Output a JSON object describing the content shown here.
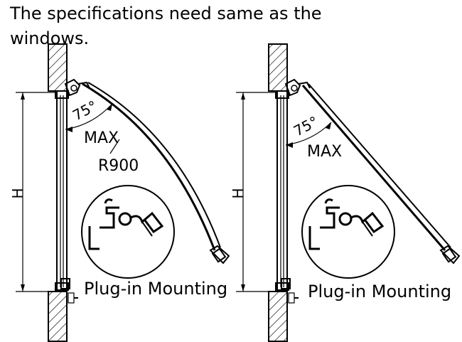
{
  "note": {
    "line1": "The specifications need same as the",
    "line2": "windows."
  },
  "left_drawing": {
    "angle_label": "75°",
    "max_label": "MAX",
    "radius_label": "R900",
    "height_label": "H",
    "caption": "Plug-in Mounting"
  },
  "right_drawing": {
    "angle_label": "75°",
    "max_label": "MAX",
    "height_label": "H",
    "caption": "Plug-in Mounting"
  }
}
